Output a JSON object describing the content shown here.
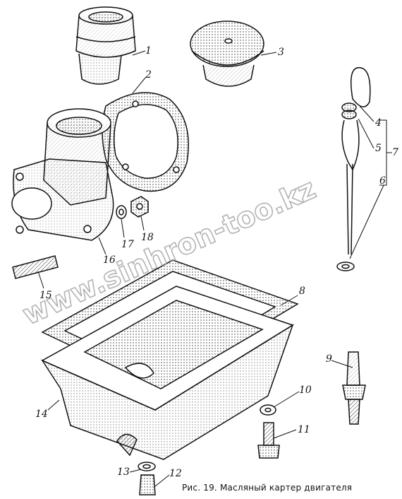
{
  "figure": {
    "caption": "Рис. 19. Масляный картер двигателя",
    "watermark": "www.sinhron-too.kz",
    "callouts": [
      "1",
      "2",
      "3",
      "4",
      "5",
      "6",
      "7",
      "8",
      "9",
      "10",
      "11",
      "12",
      "13",
      "14",
      "15",
      "16",
      "17",
      "18"
    ]
  },
  "parts": {
    "filler_neck_sleeve": "1",
    "gasket_round": "2",
    "filler_cap": "3",
    "dipstick_top": "4",
    "dipstick_clip": "5",
    "dipstick_rod": "6",
    "dipstick_assembly": "7",
    "pan_gasket": "8",
    "stud_plug": "9",
    "washer_small": "10",
    "bolt": "11",
    "drain_plug": "12",
    "drain_washer": "13",
    "oil_pan": "14",
    "stud": "15",
    "filler_housing": "16",
    "spring_washer": "17",
    "nut": "18"
  },
  "colors": {
    "ink": "#111111",
    "hatch": "#555555",
    "watermark": "#9a9a9a"
  }
}
